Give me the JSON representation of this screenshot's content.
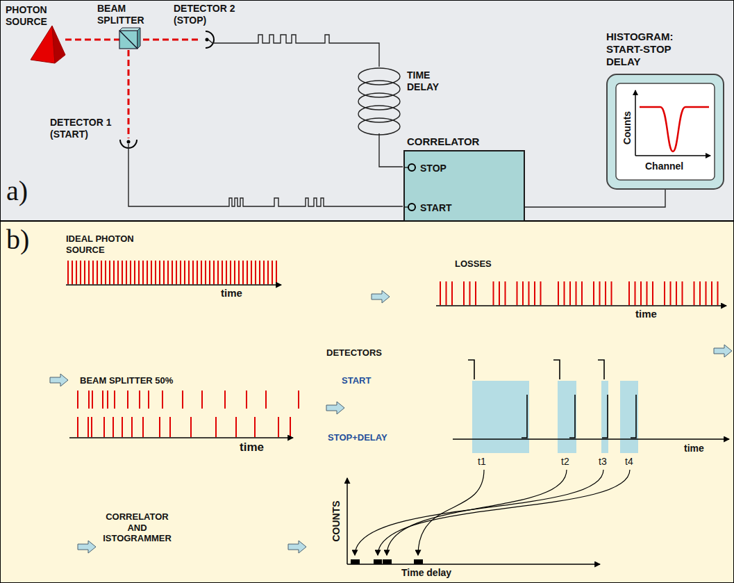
{
  "diagram": {
    "nodes": [
      {
        "text": [
          "a)"
        ]
      },
      {
        "text": [
          "CORRELATOR",
          "STOP",
          "START"
        ],
        "in": 0
      },
      {
        "text": [
          "HISTOGRAM: START-STOP DELAY",
          "Counts",
          "Channel"
        ],
        "in": 0
      },
      {
        "text": [
          "b)"
        ]
      }
    ],
    "edges": [
      {
        "from": 1,
        "to": 2,
        "arrow": "none"
      }
    ],
    "labels": [
      "PHOTON SOURCE",
      "BEAM SPLITTER",
      "DETECTOR 2 (STOP)",
      "DETECTOR 1 (START)",
      "TIME DELAY",
      "IDEAL PHOTON SOURCE",
      "time",
      "LOSSES",
      "time",
      "BEAM SPLITTER 50%",
      "time",
      "DETECTORS",
      "START",
      "STOP+DELAY",
      "time",
      "t1",
      "t2",
      "t3",
      "t4",
      "CORRELATOR AND ISTOGRAMMER",
      "COUNTS",
      "Time delay"
    ]
  }
}
